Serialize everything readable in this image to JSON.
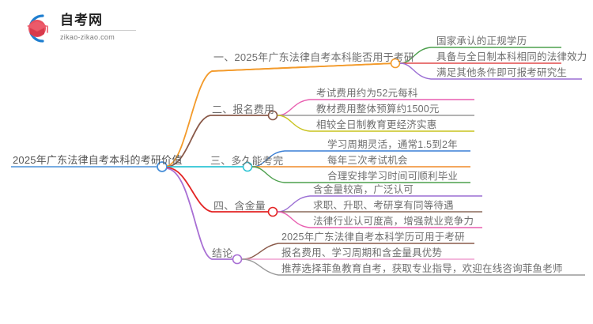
{
  "logo": {
    "name_cn": "自考网",
    "name_en": "zikao-zikao.com",
    "mark_icon": "graduation-cap-icon",
    "arc_color": "#1f7fd0",
    "cap_color": "#e03a4e"
  },
  "mindmap": {
    "root": {
      "label": "2025年广东法律自考本科的考研价值",
      "color": "#4a90d9"
    },
    "branches": [
      {
        "label": "一、2025年广东法律自考本科能否用于考研",
        "color": "#f39a2a",
        "children": [
          {
            "label": "国家承认的正规学历",
            "color": "#4da04d"
          },
          {
            "label": "具备与全日制本科相同的法律效力",
            "color": "#e04a4a"
          },
          {
            "label": "满足其他条件即可报考研究生",
            "color": "#9b6fd4"
          }
        ]
      },
      {
        "label": "二、报名费用",
        "color": "#8a5a4a",
        "children": [
          {
            "label": "考试费用约为52元每科",
            "color": "#e85fb0"
          },
          {
            "label": "教材费用整体预算约1500元",
            "color": "#9a9a9a"
          },
          {
            "label": "相较全日制教育更经济实惠",
            "color": "#c9c31f"
          }
        ]
      },
      {
        "label": "三、多久能考完",
        "color": "#2ec4d4",
        "children": [
          {
            "label": "学习周期灵活，通常1.5到2年",
            "color": "#3a7fd5"
          },
          {
            "label": "每年三次考试机会",
            "color": "#f08a28"
          },
          {
            "label": "合理安排学习时间可顺利毕业",
            "color": "#4da04d"
          }
        ]
      },
      {
        "label": "四、含金量",
        "color": "#e32424",
        "children": [
          {
            "label": "含金量较高，广泛认可",
            "color": "#9b6fd4"
          },
          {
            "label": "求职、升职、考研享有同等待遇",
            "color": "#8a6a5a"
          },
          {
            "label": "法律行业认可度高，增强就业竞争力",
            "color": "#e85fb0"
          }
        ]
      },
      {
        "label": "结论",
        "color": "#a86fd4",
        "children": [
          {
            "label": "2025年广东法律自考本科学历可用于考研",
            "color": "#8a5a4a"
          },
          {
            "label": "报名费用、学习周期和含金量具优势",
            "color": "#f0a0d0"
          },
          {
            "label": "推荐选择菲鱼教育自考，获取专业指导，欢迎在线咨询菲鱼老师",
            "color": "#9a9a9a"
          }
        ]
      }
    ]
  }
}
